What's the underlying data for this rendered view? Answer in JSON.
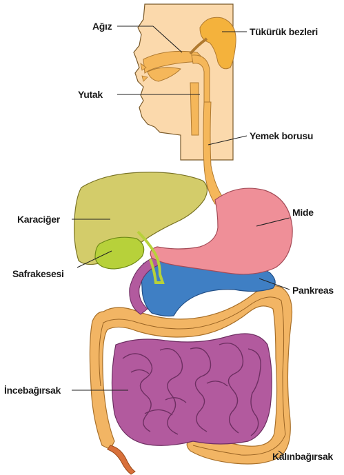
{
  "labels": {
    "mouth": "Ağız",
    "salivary_glands": "Tükürük bezleri",
    "pharynx": "Yutak",
    "esophagus": "Yemek borusu",
    "liver": "Karaciğer",
    "stomach": "Mide",
    "gallbladder": "Safrakesesi",
    "pancreas": "Pankreas",
    "small_intestine": "İncebağırsak",
    "large_intestine": "Kalınbağırsak"
  },
  "colors": {
    "head": "#fbd9ac",
    "tube": "#f5b75a",
    "gland": "#f4b23c",
    "liver": "#d3cc6a",
    "gallbladder": "#b7d13a",
    "stomach": "#ef8f98",
    "pancreas": "#3f7fc4",
    "small_intestine": "#b25a9e",
    "large_intestine": "#f2b564",
    "rectum": "#d8703a"
  }
}
